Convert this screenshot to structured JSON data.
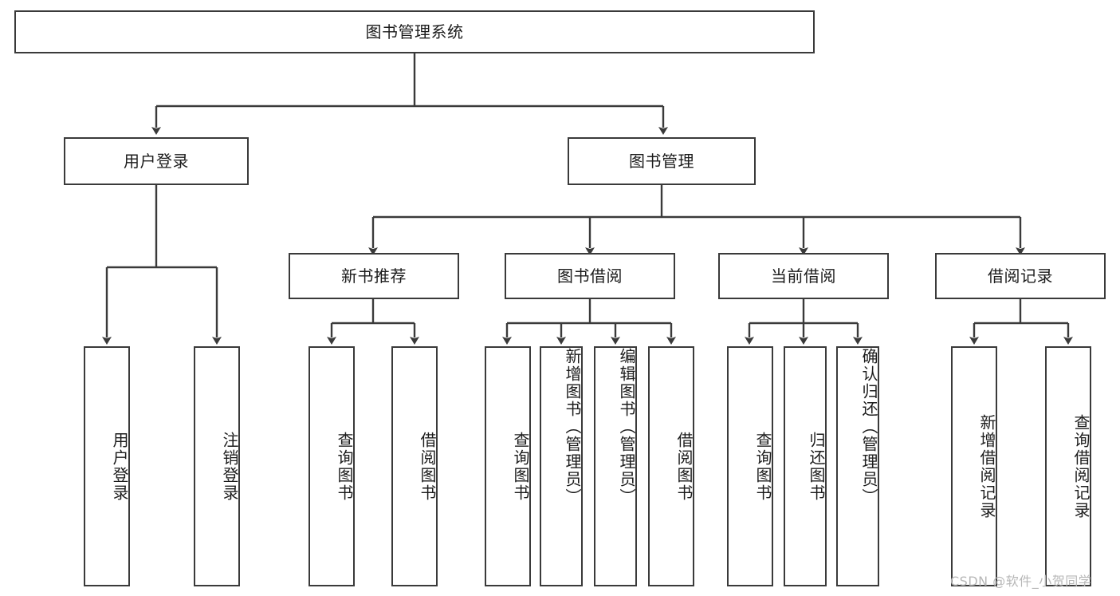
{
  "diagram": {
    "type": "tree",
    "title": "图书管理系统",
    "watermark": "CSDN @软件_小贺同学",
    "colors": {
      "stroke": "#3a3a3a",
      "box_fill": "#ffffff",
      "text": "#1c1c1c",
      "watermark": "#b7b7b7",
      "background": "#ffffff"
    },
    "nodes": {
      "root": {
        "label": "图书管理系统"
      },
      "level2": [
        {
          "label": "用户登录"
        },
        {
          "label": "图书管理"
        }
      ],
      "level3": [
        {
          "label": "新书推荐"
        },
        {
          "label": "图书借阅"
        },
        {
          "label": "当前借阅"
        },
        {
          "label": "借阅记录"
        }
      ],
      "leaves": {
        "user_login": [
          {
            "label": "用户登录"
          },
          {
            "label": "注销登录"
          }
        ],
        "new_book_recommend": [
          {
            "label": "查询图书"
          },
          {
            "label": "借阅图书"
          }
        ],
        "book_borrow": [
          {
            "label": "查询图书"
          },
          {
            "label": "新增图书（管理员）"
          },
          {
            "label": "编辑图书（管理员）"
          },
          {
            "label": "借阅图书"
          }
        ],
        "current_borrow": [
          {
            "label": "查询图书"
          },
          {
            "label": "归还图书"
          },
          {
            "label": "确认归还（管理员）"
          }
        ],
        "borrow_record": [
          {
            "label": "新增借阅记录"
          },
          {
            "label": "查询借阅记录"
          }
        ]
      }
    }
  }
}
